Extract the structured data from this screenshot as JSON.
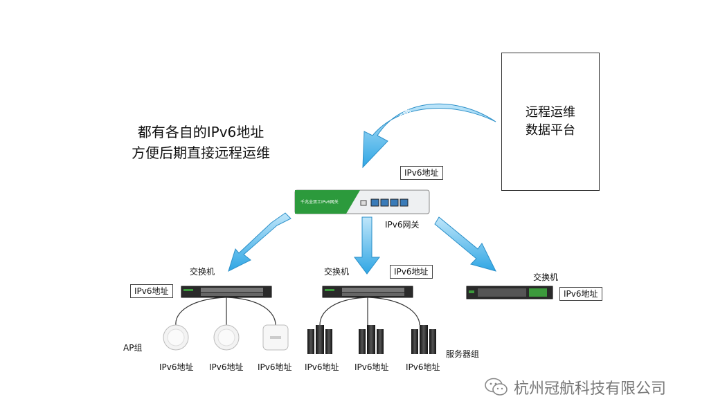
{
  "headline": {
    "line1": "都有各自的IPv6地址",
    "line2": "方便后期直接远程运维"
  },
  "platform": {
    "line1": "远程运维",
    "line2": "数据平台"
  },
  "arrow_label": "IPv6网络",
  "gateway": {
    "label": "IPv6网关",
    "tag": "IPv6地址",
    "front_text": "千兆全双工IPv6网关"
  },
  "switches": [
    {
      "label": "交换机",
      "tag": "IPv6地址"
    },
    {
      "label": "交换机",
      "tag": "IPv6地址"
    },
    {
      "label": "交换机",
      "tag": "IPv6地址"
    }
  ],
  "ap_group": {
    "label": "AP组",
    "items": [
      "IPv6地址",
      "IPv6地址",
      "IPv6地址"
    ]
  },
  "server_group": {
    "label": "服务器组",
    "items": [
      "IPv6地址",
      "IPv6地址",
      "IPv6地址"
    ]
  },
  "watermark": "杭州冠航科技有限公司",
  "colors": {
    "arrow": "#3fb3ea",
    "gateway_green": "#2c9a3c",
    "device_dark": "#2a2a2a"
  }
}
